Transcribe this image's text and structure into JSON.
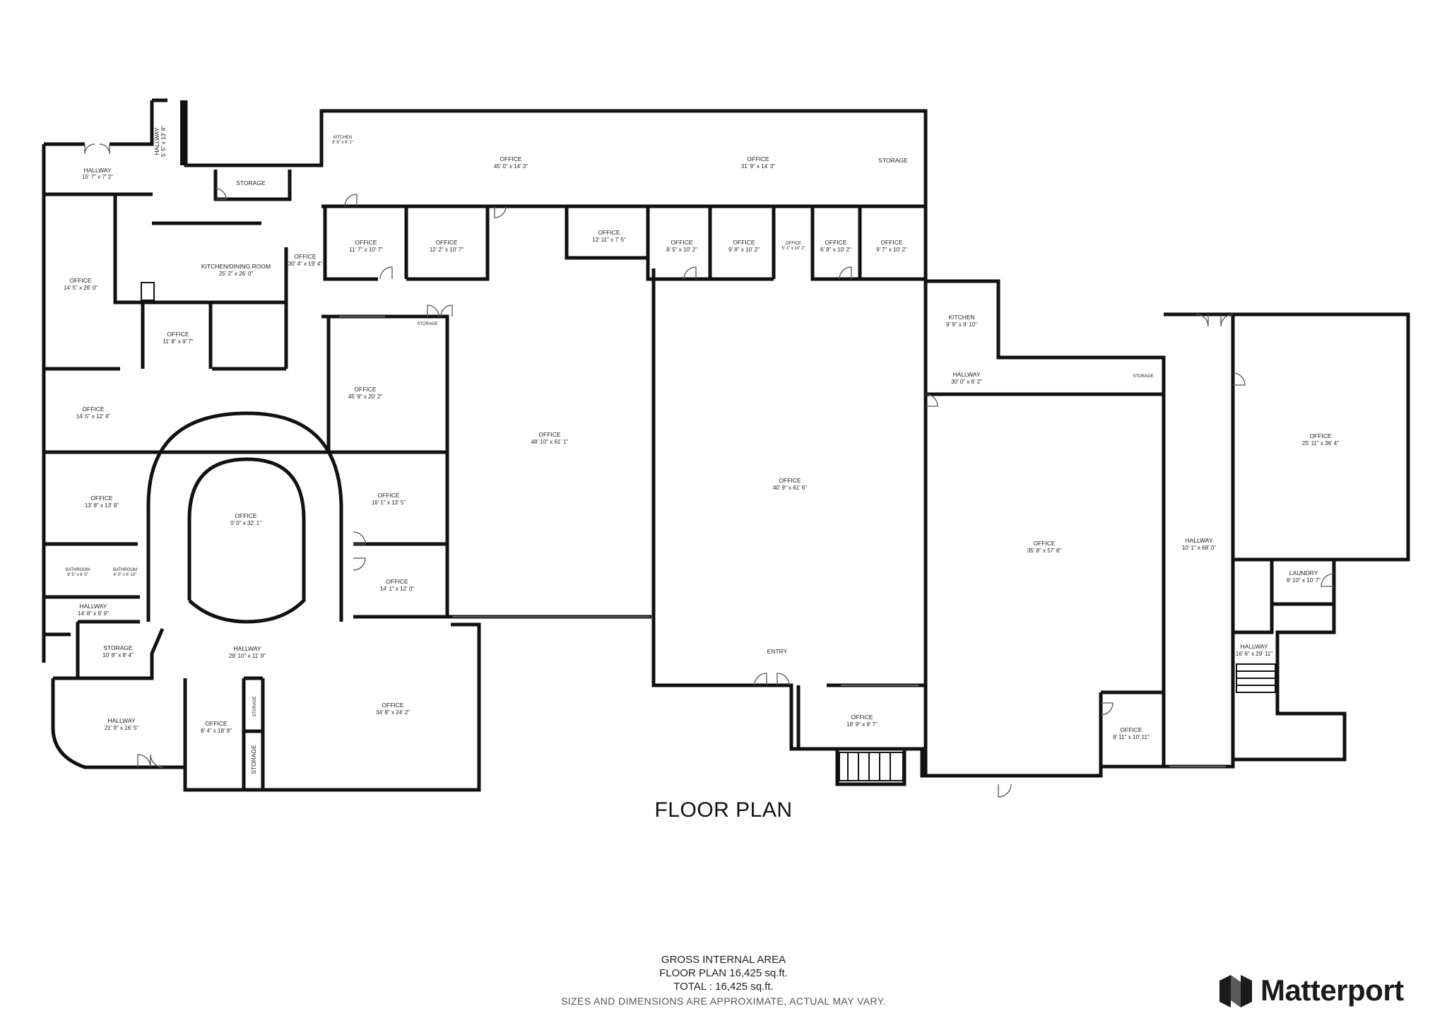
{
  "plan_title": "FLOOR PLAN",
  "footer": {
    "line1": "GROSS INTERNAL AREA",
    "line2": "FLOOR PLAN 16,425 sq.ft.",
    "line3": "TOTAL :  16,425 sq.ft.",
    "line4": "SIZES AND DIMENSIONS ARE APPROXIMATE, ACTUAL MAY VARY."
  },
  "brand": {
    "name": "Matterport",
    "icon": "matterport-logo-icon"
  },
  "rooms": [
    {
      "name": "HALLWAY",
      "dim": "15' 7\" x 7' 2\""
    },
    {
      "name": "HALLWAY",
      "dim": "5' 5\" x 13' 8\""
    },
    {
      "name": "STORAGE",
      "dim": ""
    },
    {
      "name": "KITCHEN",
      "dim": "6' 6\" x 8' 1\""
    },
    {
      "name": "OFFICE",
      "dim": "45' 0\" x 14' 3\""
    },
    {
      "name": "OFFICE",
      "dim": "31' 9\" x 14' 3\""
    },
    {
      "name": "STORAGE",
      "dim": ""
    },
    {
      "name": "OFFICE",
      "dim": "14' 5\" x 26' 0\""
    },
    {
      "name": "KITCHEN/DINING ROOM",
      "dim": "25' 2\" x 26' 0\""
    },
    {
      "name": "OFFICE",
      "dim": "30' 4\" x 19' 4\""
    },
    {
      "name": "OFFICE",
      "dim": "11' 7\" x 10' 7\""
    },
    {
      "name": "OFFICE",
      "dim": "12' 2\" x 10' 7\""
    },
    {
      "name": "OFFICE",
      "dim": "12' 11\" x 7' 5\""
    },
    {
      "name": "OFFICE",
      "dim": "8' 5\" x 10' 2\""
    },
    {
      "name": "OFFICE",
      "dim": "9' 8\" x 10' 2\""
    },
    {
      "name": "OFFICE",
      "dim": "5' 1\" x 10' 2\""
    },
    {
      "name": "OFFICE",
      "dim": "6' 8\" x 10' 2\""
    },
    {
      "name": "OFFICE",
      "dim": "9' 7\" x 10' 2\""
    },
    {
      "name": "OFFICE",
      "dim": "11' 8\" x 9' 7\""
    },
    {
      "name": "STORAGE",
      "dim": ""
    },
    {
      "name": "KITCHEN",
      "dim": "9' 9\" x 9' 10\""
    },
    {
      "name": "HALLWAY",
      "dim": "30' 0\" x 6' 2\""
    },
    {
      "name": "STORAGE",
      "dim": ""
    },
    {
      "name": "OFFICE",
      "dim": "14' 5\" x 12' 4\""
    },
    {
      "name": "OFFICE",
      "dim": "45' 9\" x 20' 2\""
    },
    {
      "name": "OFFICE",
      "dim": "48' 10\" x 61' 1\""
    },
    {
      "name": "OFFICE",
      "dim": "40' 9\" x 61' 6\""
    },
    {
      "name": "OFFICE",
      "dim": "25' 11\" x 36' 4\""
    },
    {
      "name": "OFFICE",
      "dim": "13' 8\" x 13' 8\""
    },
    {
      "name": "OFFICE",
      "dim": "0' 0\" x 32' 1\""
    },
    {
      "name": "OFFICE",
      "dim": "16' 1\" x 13' 5\""
    },
    {
      "name": "OFFICE",
      "dim": "35' 8\" x 57' 8\""
    },
    {
      "name": "HALLWAY",
      "dim": "10' 1\" x 68' 0\""
    },
    {
      "name": "BATHROOM",
      "dim": "9' 5\" x 6' 0\""
    },
    {
      "name": "BATHROOM",
      "dim": "4' 0\" x 6' 10\""
    },
    {
      "name": "OFFICE",
      "dim": "14' 1\" x 12' 0\""
    },
    {
      "name": "LAUNDRY",
      "dim": "8' 10\" x 10' 7\""
    },
    {
      "name": "HALLWAY",
      "dim": "14' 8\" x 9' 9\""
    },
    {
      "name": "STORAGE",
      "dim": "10' 8\" x 8' 4\""
    },
    {
      "name": "HALLWAY",
      "dim": "29' 10\" x 11' 9\""
    },
    {
      "name": "HALLWAY",
      "dim": "16' 6\" x 29' 11\""
    },
    {
      "name": "ENTRY",
      "dim": ""
    },
    {
      "name": "HALLWAY",
      "dim": "21' 9\" x 16' 5\""
    },
    {
      "name": "OFFICE",
      "dim": "8' 4\" x 18' 9\""
    },
    {
      "name": "STORAGE",
      "dim": ""
    },
    {
      "name": "STORAGE",
      "dim": ""
    },
    {
      "name": "OFFICE",
      "dim": "34' 8\" x 24' 2\""
    },
    {
      "name": "OFFICE",
      "dim": "18' 9\" x 9' 7\""
    },
    {
      "name": "OFFICE",
      "dim": "8' 11\" x 10' 11\""
    }
  ]
}
